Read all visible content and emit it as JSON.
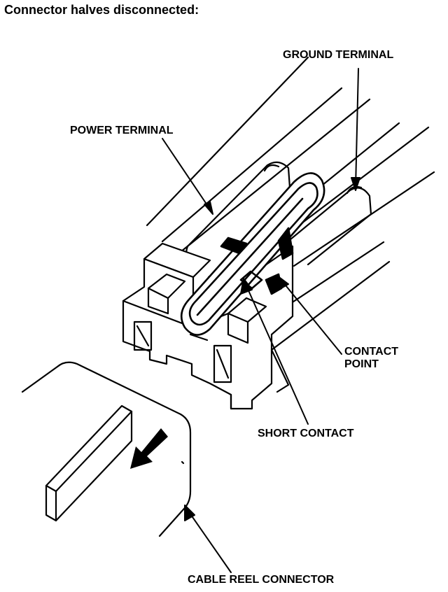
{
  "title": "Connector halves disconnected:",
  "labels": {
    "ground_terminal": "GROUND TERMINAL",
    "power_terminal": "POWER TERMINAL",
    "contact_point_line1": "CONTACT",
    "contact_point_line2": "POINT",
    "short_contact": "SHORT CONTACT",
    "cable_reel_connector": "CABLE REEL CONNECTOR"
  },
  "colors": {
    "ink": "#000000",
    "paper": "#ffffff"
  }
}
